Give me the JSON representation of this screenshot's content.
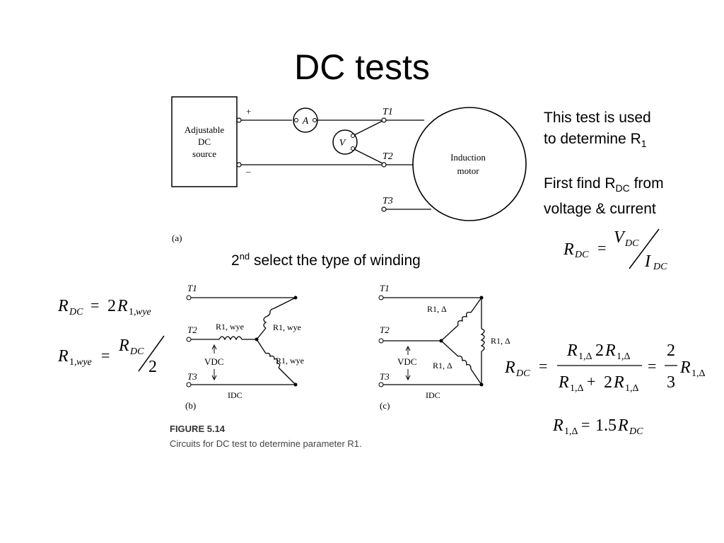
{
  "slide": {
    "title": "DC tests",
    "note_line1": "This test is used",
    "note_line2_prefix": "to determine R",
    "note_line2_sub": "1",
    "note_line3_prefix": "First find R",
    "note_line3_sub": "DC",
    "note_line3_suffix": " from",
    "note_line4": "voltage & current",
    "second_prefix": "2",
    "second_sup": "nd",
    "second_suffix": " select the type of winding"
  },
  "figure": {
    "source_label_1": "Adjustable",
    "source_label_2": "DC",
    "source_label_3": "source",
    "plus": "+",
    "minus": "–",
    "ammeter": "A",
    "voltmeter": "V",
    "t1": "T1",
    "t2": "T2",
    "t3": "T3",
    "motor_label_1": "Induction",
    "motor_label_2": "motor",
    "part_a": "(a)",
    "part_b": "(b)",
    "part_c": "(c)",
    "r1_wye": "R1, wye",
    "r1_delta": "R1, Δ",
    "vdc": "VDC",
    "idc": "IDC",
    "caption_title": "FIGURE 5.14",
    "caption_text": "Circuits for DC test to determine parameter R1."
  },
  "equations": {
    "rdc_def": "R_DC = V_DC / I_DC",
    "rdc_wye": "R_DC = 2R_1,wye",
    "r1_wye": "R_1,wye = R_DC / 2",
    "rdc_delta": "R_DC = R_1,Δ 2R_1,Δ / (R_1,Δ + 2R_1,Δ) = 2/3 R_1,Δ",
    "r1_delta": "R_1,Δ = 1.5R_DC"
  }
}
